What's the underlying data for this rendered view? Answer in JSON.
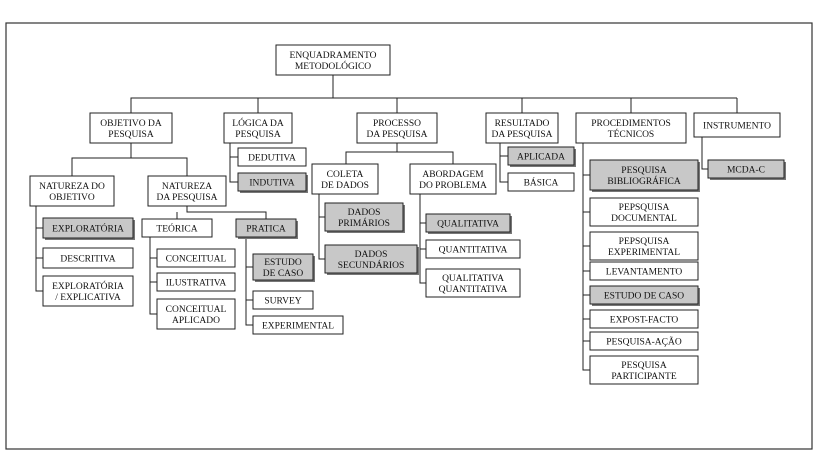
{
  "diagram": {
    "nodes": [
      {
        "id": "root",
        "lines": [
          "ENQUADRAMENTO",
          "METODOLÓGICO"
        ],
        "highlighted": false
      },
      {
        "id": "objetivo",
        "lines": [
          "OBJETIVO DA",
          "PESQUISA"
        ],
        "highlighted": false
      },
      {
        "id": "logica",
        "lines": [
          "LÓGICA DA",
          "PESQUISA"
        ],
        "highlighted": false
      },
      {
        "id": "processo",
        "lines": [
          "PROCESSO",
          "DA PESQUISA"
        ],
        "highlighted": false
      },
      {
        "id": "resultado",
        "lines": [
          "RESULTADO",
          "DA PESQUISA"
        ],
        "highlighted": false
      },
      {
        "id": "procedimentos",
        "lines": [
          "PROCEDIMENTOS",
          "TÉCNICOS"
        ],
        "highlighted": false
      },
      {
        "id": "instrumento",
        "lines": [
          "INSTRUMENTO"
        ],
        "highlighted": false
      },
      {
        "id": "natureza_objetivo",
        "lines": [
          "NATUREZA DO",
          "OBJETIVO"
        ],
        "highlighted": false
      },
      {
        "id": "natureza_pesquisa",
        "lines": [
          "NATUREZA",
          "DA PESQUISA"
        ],
        "highlighted": false
      },
      {
        "id": "exploratoria",
        "lines": [
          "EXPLORATÓRIA"
        ],
        "highlighted": true
      },
      {
        "id": "descritiva",
        "lines": [
          "DESCRITIVA"
        ],
        "highlighted": false
      },
      {
        "id": "exploratoria_explicativa",
        "lines": [
          "EXPLORATÓRIA",
          "/ EXPLICATIVA"
        ],
        "highlighted": false
      },
      {
        "id": "teorica",
        "lines": [
          "TEÓRICA"
        ],
        "highlighted": false
      },
      {
        "id": "pratica",
        "lines": [
          "PRATICA"
        ],
        "highlighted": true
      },
      {
        "id": "conceitual",
        "lines": [
          "CONCEITUAL"
        ],
        "highlighted": false
      },
      {
        "id": "ilustrativa",
        "lines": [
          "ILUSTRATIVA"
        ],
        "highlighted": false
      },
      {
        "id": "conceitual_aplicado",
        "lines": [
          "CONCEITUAL",
          "APLICADO"
        ],
        "highlighted": false
      },
      {
        "id": "estudo_caso_p",
        "lines": [
          "ESTUDO",
          "DE CASO"
        ],
        "highlighted": true
      },
      {
        "id": "survey",
        "lines": [
          "SURVEY"
        ],
        "highlighted": false
      },
      {
        "id": "experimental",
        "lines": [
          "EXPERIMENTAL"
        ],
        "highlighted": false
      },
      {
        "id": "dedutiva",
        "lines": [
          "DEDUTIVA"
        ],
        "highlighted": false
      },
      {
        "id": "indutiva",
        "lines": [
          "INDUTIVA"
        ],
        "highlighted": true
      },
      {
        "id": "coleta",
        "lines": [
          "COLETA",
          "DE DADOS"
        ],
        "highlighted": false
      },
      {
        "id": "dados_primarios",
        "lines": [
          "DADOS",
          "PRIMÁRIOS"
        ],
        "highlighted": true
      },
      {
        "id": "dados_secundarios",
        "lines": [
          "DADOS",
          "SECUNDÁRIOS"
        ],
        "highlighted": true
      },
      {
        "id": "abordagem",
        "lines": [
          "ABORDAGEM",
          "DO PROBLEMA"
        ],
        "highlighted": false
      },
      {
        "id": "qualitativa",
        "lines": [
          "QUALITATIVA"
        ],
        "highlighted": true
      },
      {
        "id": "quantitativa",
        "lines": [
          "QUANTITATIVA"
        ],
        "highlighted": false
      },
      {
        "id": "quali_quanti",
        "lines": [
          "QUALITATIVA",
          "QUANTITATIVA"
        ],
        "highlighted": false
      },
      {
        "id": "aplicada",
        "lines": [
          "APLICADA"
        ],
        "highlighted": true
      },
      {
        "id": "basica",
        "lines": [
          "BÁSICA"
        ],
        "highlighted": false
      },
      {
        "id": "pesq_bibliografica",
        "lines": [
          "PESQUISA",
          "BIBLIOGRÁFICA"
        ],
        "highlighted": true
      },
      {
        "id": "pesq_documental",
        "lines": [
          "PEPSQUISA",
          "DOCUMENTAL"
        ],
        "highlighted": false
      },
      {
        "id": "pesq_experimental",
        "lines": [
          "PEPSQUISA",
          "EXPERIMENTAL"
        ],
        "highlighted": false
      },
      {
        "id": "levantamento",
        "lines": [
          "LEVANTAMENTO"
        ],
        "highlighted": false
      },
      {
        "id": "estudo_caso_t",
        "lines": [
          "ESTUDO DE CASO"
        ],
        "highlighted": true
      },
      {
        "id": "expost_facto",
        "lines": [
          "EXPOST-FACTO"
        ],
        "highlighted": false
      },
      {
        "id": "pesq_acao",
        "lines": [
          "PESQUISA-AÇÃO"
        ],
        "highlighted": false
      },
      {
        "id": "pesq_participante",
        "lines": [
          "PESQUISA",
          "PARTICIPANTE"
        ],
        "highlighted": false
      },
      {
        "id": "mcda",
        "lines": [
          "MCDA-C"
        ],
        "highlighted": true
      }
    ],
    "colors": {
      "highlight_fill": "#c8c8c8",
      "box_fill": "#ffffff",
      "stroke": "#222222",
      "frame": "#333333"
    }
  }
}
